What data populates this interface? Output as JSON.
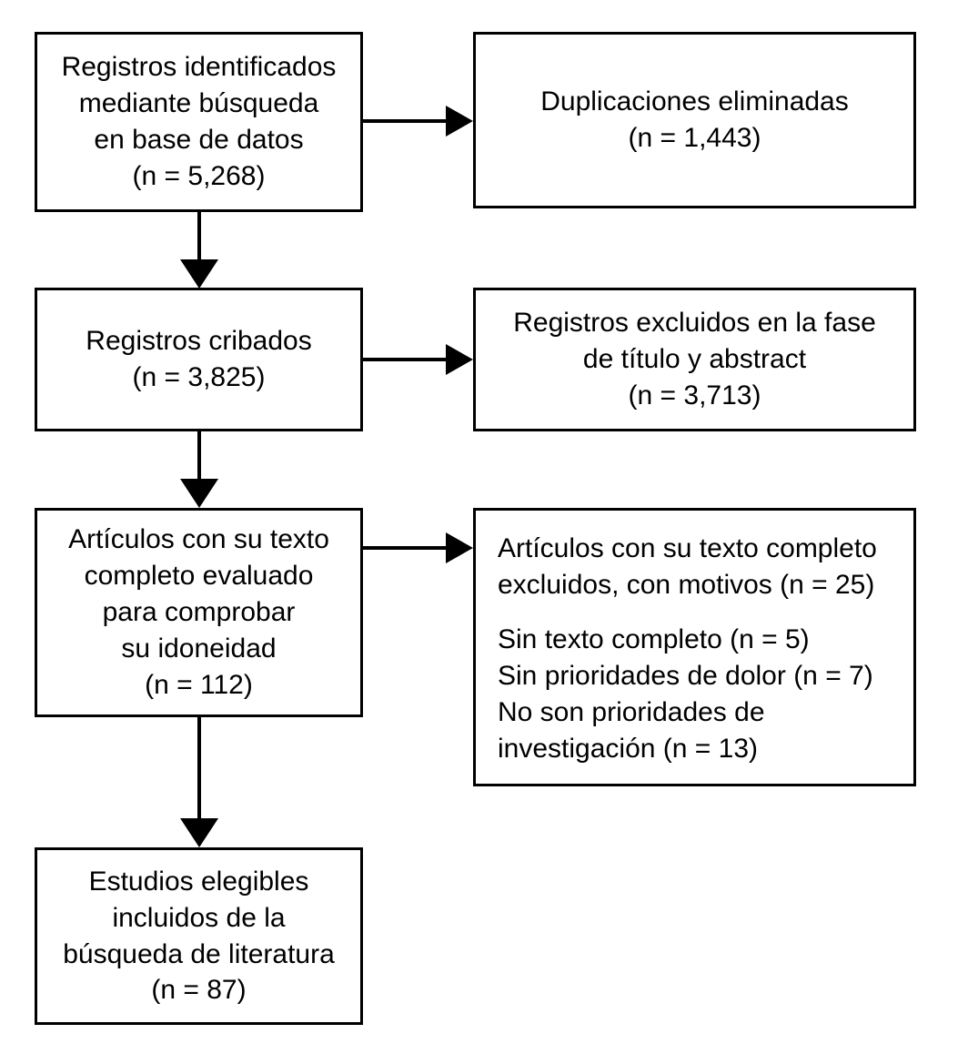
{
  "diagram": {
    "type": "prisma-flow-diagram",
    "language": "es",
    "stroke_color": "#000000",
    "background_color": "#ffffff",
    "text_color": "#000000"
  },
  "nodes": {
    "identified": {
      "name": "records-identified",
      "lines": [
        "Registros identificados",
        "mediante búsqueda",
        "en base de datos",
        "(n = 5,268)"
      ],
      "count": 5268,
      "align": "center"
    },
    "duplicates_removed": {
      "name": "duplicates-removed",
      "lines": [
        "Duplicaciones eliminadas",
        "(n = 1,443)"
      ],
      "count": 1443,
      "align": "center"
    },
    "screened": {
      "name": "records-screened",
      "lines": [
        "Registros cribados",
        "(n = 3,825)"
      ],
      "count": 3825,
      "align": "center"
    },
    "excluded_title_abstract": {
      "name": "records-excluded-title-abstract",
      "lines": [
        "Registros excluidos en la fase",
        "de título y abstract",
        "(n = 3,713)"
      ],
      "count": 3713,
      "align": "center"
    },
    "full_text_assessed": {
      "name": "full-text-assessed",
      "lines": [
        "Artículos con su texto",
        "completo evaluado",
        "para comprobar",
        "su idoneidad",
        "(n = 112)"
      ],
      "count": 112,
      "align": "center"
    },
    "excluded_full_text": {
      "name": "full-text-excluded-with-reasons",
      "lines": [
        "Artículos con su texto completo",
        "excluidos, con motivos (n = 25)",
        "",
        "Sin texto completo (n = 5)",
        "Sin prioridades de dolor (n = 7)",
        "No son prioridades de",
        "investigación (n = 13)"
      ],
      "count": 25,
      "reasons": [
        {
          "label": "Sin texto completo",
          "count": 5
        },
        {
          "label": "Sin prioridades de dolor",
          "count": 7
        },
        {
          "label": "No son prioridades de investigación",
          "count": 13
        }
      ],
      "align": "left"
    },
    "included": {
      "name": "studies-included",
      "lines": [
        "Estudios elegibles",
        "incluidos de la",
        "búsqueda de literatura",
        "(n = 87)"
      ],
      "count": 87,
      "align": "center"
    }
  },
  "connectors": [
    {
      "name": "arrow-identified-to-duplicates",
      "direction": "right"
    },
    {
      "name": "arrow-identified-to-screened",
      "direction": "down"
    },
    {
      "name": "arrow-screened-to-excluded-title-abstract",
      "direction": "right"
    },
    {
      "name": "arrow-screened-to-full-text",
      "direction": "down"
    },
    {
      "name": "arrow-full-text-to-excluded-full-text",
      "direction": "right"
    },
    {
      "name": "arrow-full-text-to-included",
      "direction": "down"
    }
  ]
}
